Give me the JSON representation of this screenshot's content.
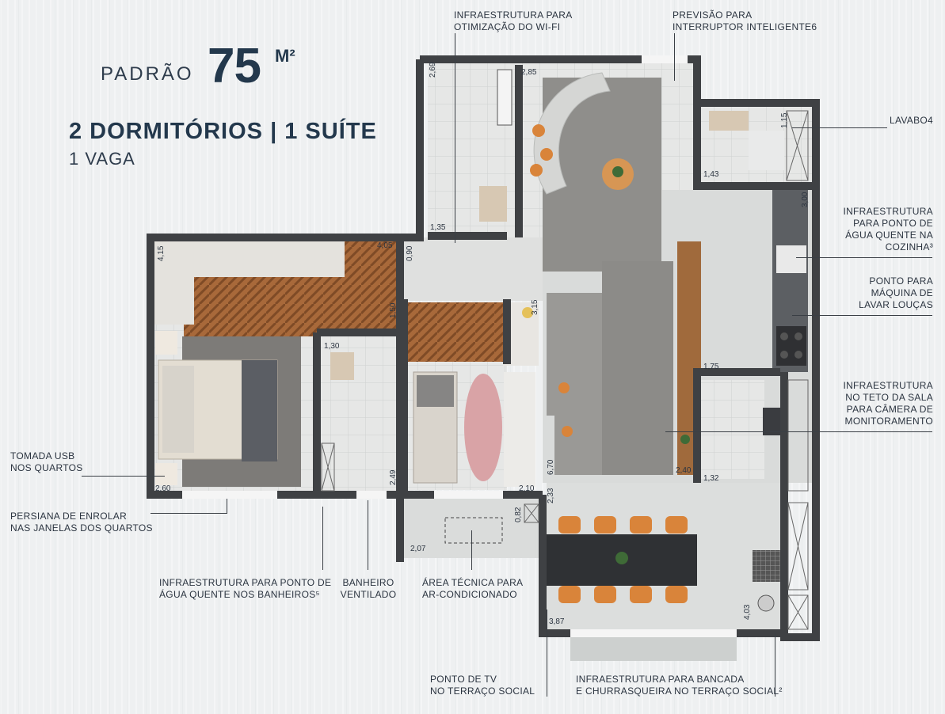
{
  "header": {
    "padrao": "PADRÃO",
    "area": "75",
    "unit": "M²",
    "rooms": "2 DORMITÓRIOS | 1 SUÍTE",
    "parking": "1 VAGA"
  },
  "annotations": {
    "wifi": [
      "INFRAESTRUTURA PARA",
      "OTIMIZAÇÃO DO WI-FI"
    ],
    "switch": [
      "PREVISÃO PARA",
      "INTERRUPTOR INTELIGENTE6"
    ],
    "lavabo": [
      "LAVABO4"
    ],
    "hot_water_kitchen": [
      "INFRAESTRUTURA",
      "PARA PONTO DE",
      "ÁGUA QUENTE NA",
      "COZINHA³"
    ],
    "dishwasher": [
      "PONTO PARA",
      "MÁQUINA DE",
      "LAVAR LOUÇAS"
    ],
    "camera": [
      "INFRAESTRUTURA",
      "NO TETO DA SALA",
      "PARA CÂMERA DE",
      "MONITORAMENTO"
    ],
    "usb": [
      "TOMADA USB",
      "NOS QUARTOS"
    ],
    "blinds": [
      "PERSIANA DE ENROLAR",
      "NAS JANELAS DOS QUARTOS"
    ],
    "hot_water_bath": [
      "INFRAESTRUTURA PARA PONTO DE",
      "ÁGUA QUENTE NOS BANHEIROS⁵"
    ],
    "vent_bath": [
      "BANHEIRO",
      "VENTILADO"
    ],
    "ac_area": [
      "ÁREA TÉCNICA PARA",
      "AR-CONDICIONADO"
    ],
    "tv_point": [
      "PONTO DE TV",
      "NO TERRAÇO SOCIAL"
    ],
    "bbq": [
      "INFRAESTRUTURA PARA BANCADA",
      "E CHURRASQUEIRA NO TERRAÇO SOCIAL²"
    ]
  },
  "dimensions": {
    "d1": "2,69",
    "d2": "2,85",
    "d3": "1,15",
    "d4": "1,43",
    "d5": "3,00",
    "d6": "1,35",
    "d7": "4,15",
    "d8": "4,05",
    "d9": "0,90",
    "d10": "1,50",
    "d11": "3,15",
    "d12": "1,30",
    "d13": "1,75",
    "d14": "6,70",
    "d15": "2,40",
    "d16": "1,32",
    "d17": "2,60",
    "d18": "2,49",
    "d19": "2,10",
    "d20": "0,82",
    "d21": "2,33",
    "d22": "2,07",
    "d23": "3,87",
    "d24": "4,03"
  },
  "colors": {
    "wall": "#3f4144",
    "floor_light": "#dcdedd",
    "wood": "#a2673a",
    "concrete": "#8e8d8a",
    "accent_orange": "#d9843a",
    "headline": "#23384c"
  }
}
